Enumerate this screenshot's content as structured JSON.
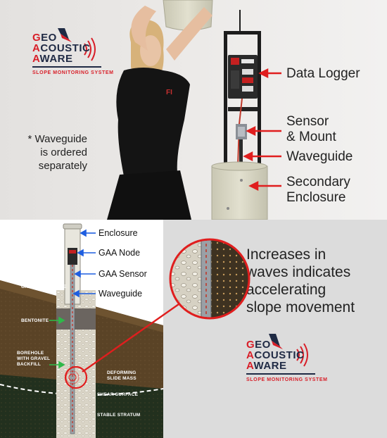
{
  "brand": {
    "line1_first": "G",
    "line1_rest": "EO",
    "line2_first": "A",
    "line2_rest": "COUSTIC",
    "line3_first": "A",
    "line3_rest": "WARE",
    "tagline": "SLOPE MONITORING SYSTEM"
  },
  "photo": {
    "labels": {
      "data_logger": "Data Logger",
      "sensor_line1": "Sensor",
      "sensor_line2": "& Mount",
      "waveguide": "Waveguide",
      "secondary_line1": "Secondary",
      "secondary_line2": "Enclosure"
    },
    "note_lines": [
      "* Waveguide",
      "is ordered",
      "separately"
    ]
  },
  "diagram": {
    "labels": {
      "enclosure": "Enclosure",
      "gaa_node": "GAA Node",
      "gaa_sensor": "GAA Sensor",
      "waveguide": "Waveguide"
    },
    "layers": {
      "ground_surface": "GROUND SURFACE",
      "bentonite": "BENTONITE",
      "borehole_1": "BOREHOLE",
      "borehole_2": "WITH GRAVEL",
      "borehole_3": "BACKFILL",
      "deforming_1": "DEFORMING",
      "deforming_2": "SLIDE MASS",
      "shear_surface": "SHEAR SURFACE",
      "stable_stratum": "STABLE STRATUM"
    }
  },
  "info": {
    "message_lines": [
      "Increases in",
      "waves indicates",
      "accelerating",
      "slope movement"
    ]
  },
  "colors": {
    "brand_red": "#d81e28",
    "brand_navy": "#1f2a44",
    "arrow_red": "#e01e1e",
    "arrow_blue": "#1e5ee0",
    "arrow_green": "#2fb84a"
  }
}
